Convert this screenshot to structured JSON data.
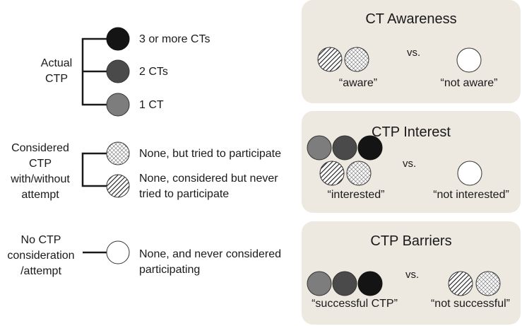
{
  "legend": {
    "groups": {
      "actual": "Actual\nCTP",
      "considered": "Considered\nCTP\nwith/without\nattempt",
      "none": "No CTP\nconsideration\n/attempt"
    },
    "items": {
      "three_plus": "3 or more CTs",
      "two": "2 CTs",
      "one": "1 CT",
      "tried": "None, but tried to participate",
      "considered_never": "None, considered but never\ntried to participate",
      "never_considered": "None, and never considered\nparticipating"
    }
  },
  "panels": {
    "awareness": {
      "title": "CT Awareness",
      "vs": "vs.",
      "left_label": "“aware”",
      "right_label": "“not aware”"
    },
    "interest": {
      "title": "CTP Interest",
      "vs": "vs.",
      "left_label": "“interested”",
      "right_label": "“not interested”"
    },
    "barriers": {
      "title": "CTP Barriers",
      "vs": "vs.",
      "left_label": "“successful CTP”",
      "right_label": "“not successful”"
    }
  },
  "colors": {
    "three_plus": "#141414",
    "two": "#4a4a4a",
    "one": "#7d7d7d",
    "panel_bg": "#ede9e1"
  }
}
